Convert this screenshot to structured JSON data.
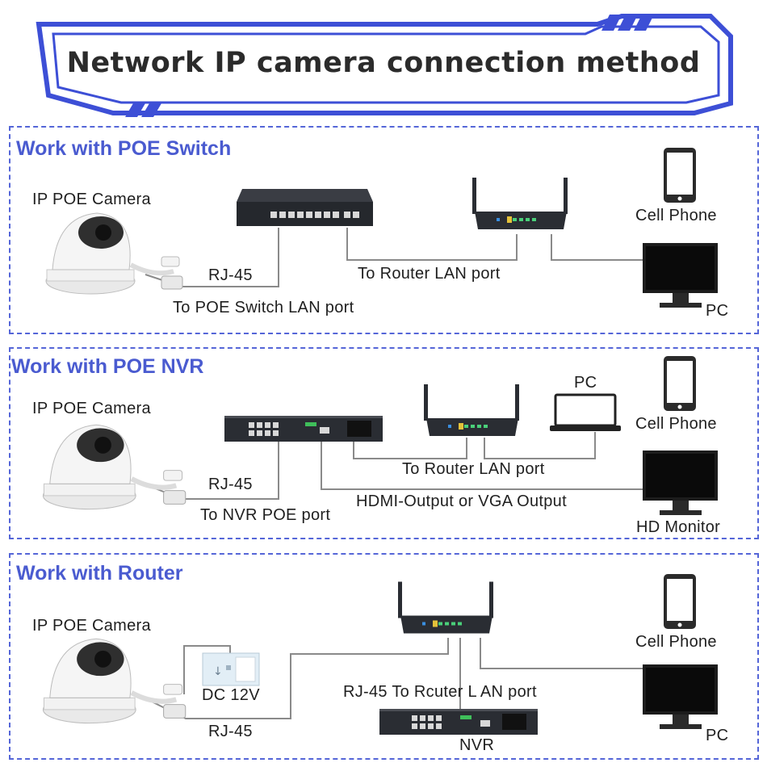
{
  "title": "Network IP camera connection method",
  "sections": [
    {
      "title": "Work with POE Switch",
      "camera_label": "IP POE Camera",
      "rj45_label": "RJ-45",
      "switch_port_label": "To POE Switch LAN port",
      "router_port_label": "To Router LAN port",
      "phone_label": "Cell Phone",
      "pc_label": "PC"
    },
    {
      "title": "Work with POE NVR",
      "camera_label": "IP POE Camera",
      "rj45_label": "RJ-45",
      "nvr_port_label": "To NVR POE port",
      "router_port_label": "To Router LAN port",
      "hdmi_label": "HDMI-Output or VGA Output",
      "laptop_label": "PC",
      "phone_label": "Cell Phone",
      "monitor_label": "HD Monitor"
    },
    {
      "title": "Work with Router",
      "camera_label": "IP POE Camera",
      "dc_label": "DC 12V",
      "rj45_label": "RJ-45",
      "router_port_label": "RJ-45 To Rcuter L AN port",
      "nvr_label": "NVR",
      "phone_label": "Cell Phone",
      "pc_label": "PC"
    }
  ],
  "colors": {
    "accent": "#4a5bd0",
    "frame": "#3d4fd6",
    "wire": "#8a8a8a",
    "device": "#2a2d33"
  }
}
